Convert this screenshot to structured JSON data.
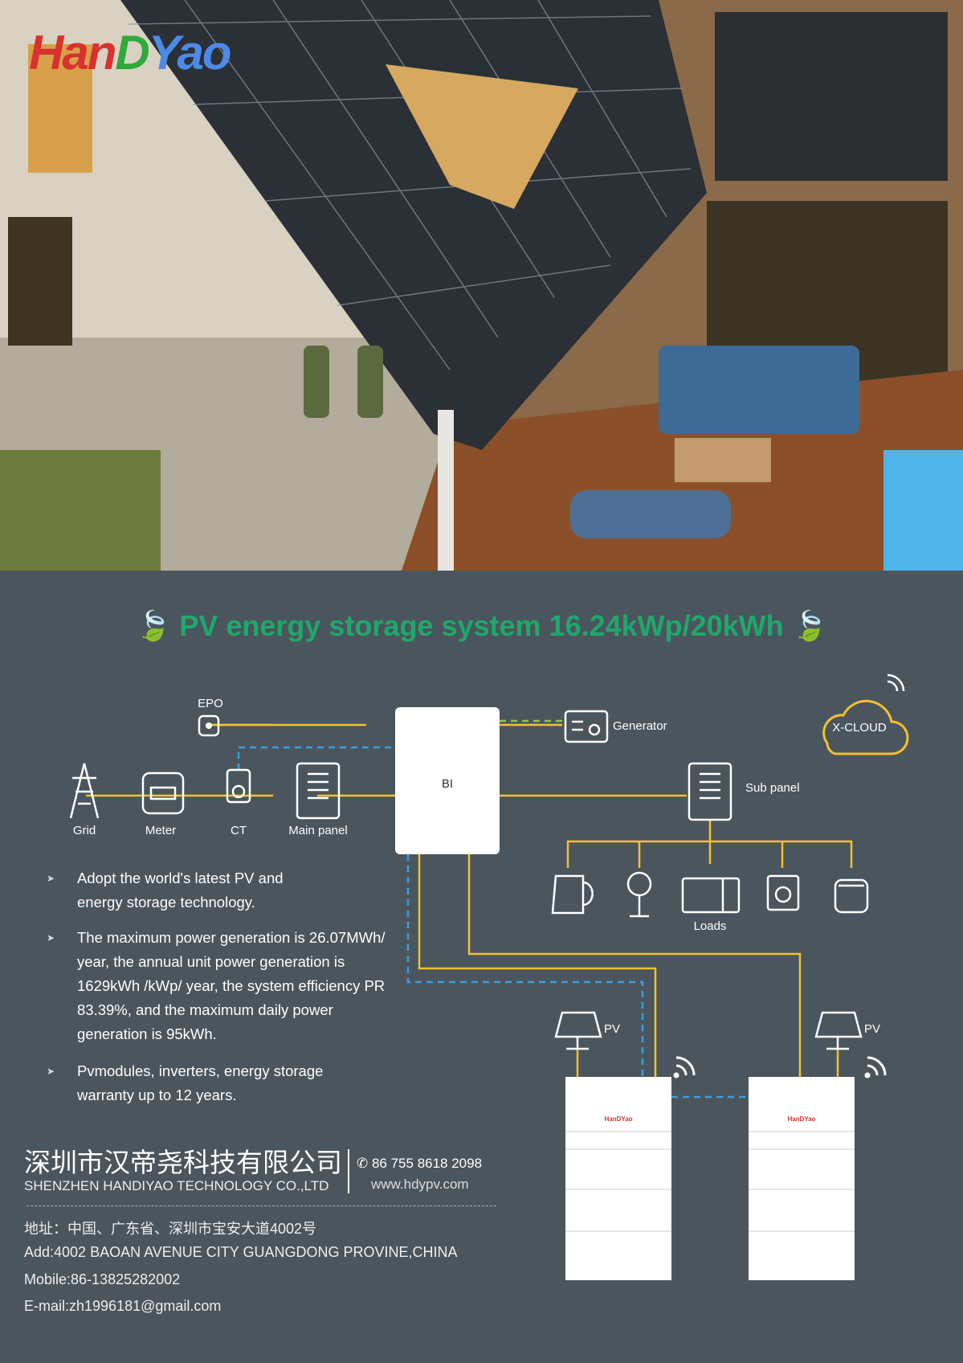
{
  "brand": {
    "logo_text": "HanDYao",
    "logo_parts": [
      "Han",
      "D",
      "Yao"
    ],
    "colors": {
      "red": "#d8312e",
      "green": "#30a93a",
      "blue": "#4d8ae6"
    }
  },
  "title": "PV energy storage system 16.24kWp/20kWh",
  "diagram": {
    "epo": "EPO",
    "generator": "Generator",
    "cloud": "X-CLOUD",
    "grid": "Grid",
    "meter": "Meter",
    "ct": "CT",
    "main_panel": "Main panel",
    "inverter": "BI",
    "sub_panel": "Sub panel",
    "loads": "Loads",
    "pv_left": "PV",
    "pv_right": "PV",
    "battery_logo": "HanDYao"
  },
  "features": [
    "Adopt the world's latest PV and energy storage technology.",
    "The maximum power generation is 26.07MWh/ year, the annual unit power generation is 1629kWh /kWp/ year, the system efficiency PR 83.39%, and the maximum daily power generation is 95kWh.",
    "Pvmodules, inverters, energy storage warranty up to 12 years."
  ],
  "company": {
    "name_cn": "深圳市汉帝尧科技有限公司",
    "name_en": "SHENZHEN HANDIYAO TECHNOLOGY CO.,LTD",
    "phone": "86 755 8618 2098",
    "website": "www.hdypv.com",
    "address_cn": "地址：中国、广东省、深圳市宝安大道4002号",
    "address_en": "Add:4002 BAOAN AVENUE CITY GUANGDONG PROVINE,CHINA",
    "mobile": "Mobile:86-13825282002",
    "email": "E-mail:zh1996181@gmail.com"
  },
  "colors": {
    "bg": "#4b555d",
    "accent": "#1fa86c",
    "wire": "#f2c12e",
    "data_wire": "#3aa0e0"
  }
}
